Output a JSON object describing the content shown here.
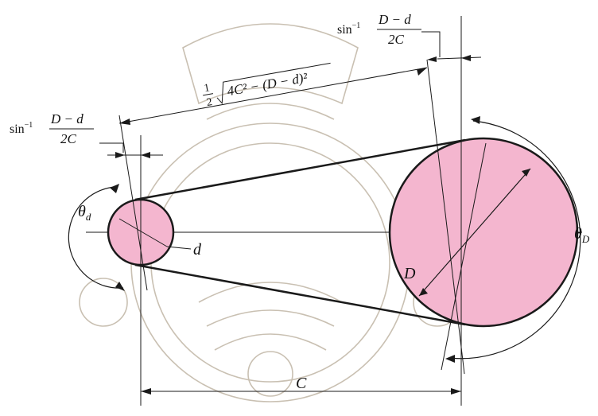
{
  "labels": {
    "theta_d": "θ",
    "theta_d_sub": "d",
    "theta_D": "θ",
    "theta_D_sub": "D",
    "small_diameter": "d",
    "large_diameter": "D",
    "center_distance": "C",
    "sin_inv_top": "sin",
    "sin_inv_top_exp": "−1",
    "sin_inv_top_num": "D − d",
    "sin_inv_top_den": "2C",
    "sin_inv_left": "sin",
    "sin_inv_left_exp": "−1",
    "sin_inv_left_num": "D − d",
    "sin_inv_left_den": "2C",
    "half_num": "1",
    "half_den": "2",
    "span_formula": "4C² − (D − d)²"
  },
  "colors": {
    "pulley_fill": "#f4b6cf",
    "line": "#1a1a1a",
    "watermark": "#c9c0b2"
  }
}
